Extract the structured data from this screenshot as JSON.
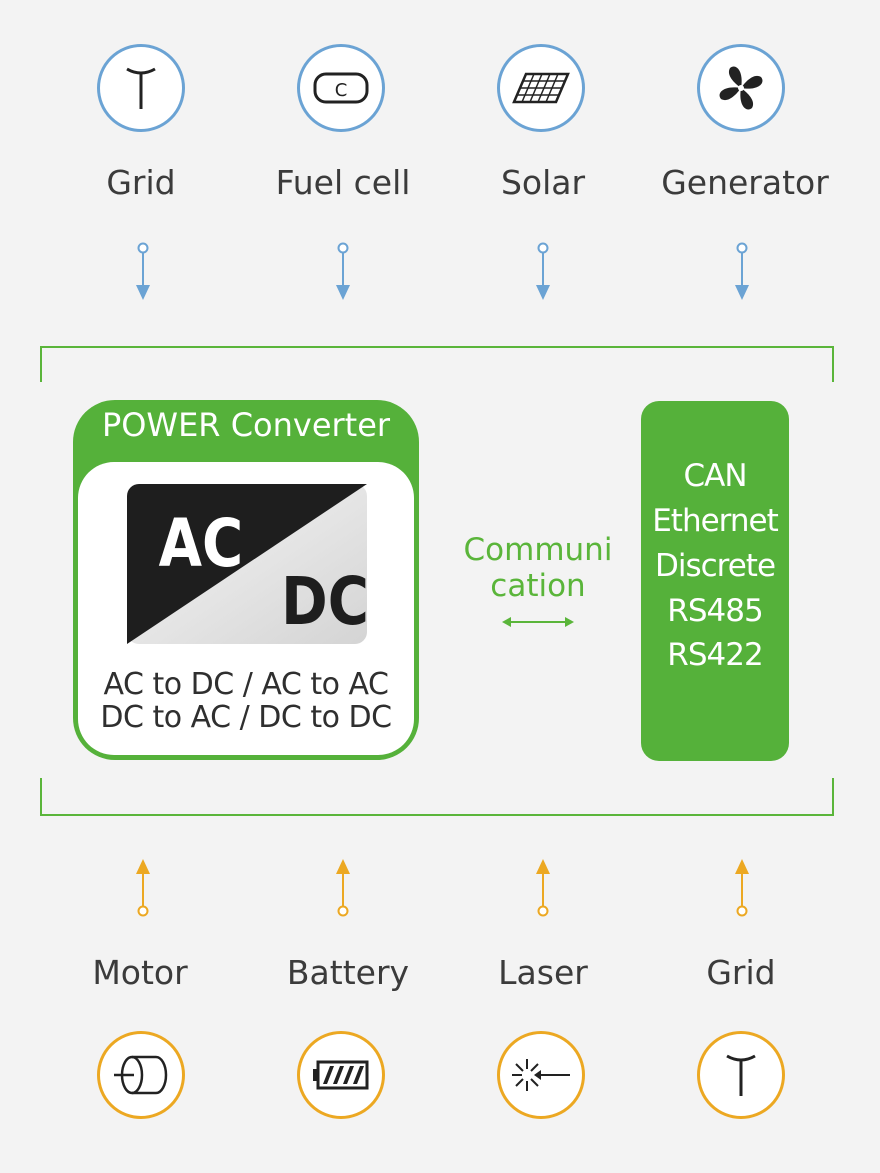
{
  "colors": {
    "background": "#f3f3f3",
    "input_accent": "#6ba3d4",
    "output_accent": "#eca822",
    "green": "#55b13a"
  },
  "inputs": [
    {
      "label": "Grid",
      "icon": "antenna-icon"
    },
    {
      "label": "Fuel cell",
      "icon": "fuel-cell-icon"
    },
    {
      "label": "Solar",
      "icon": "solar-panel-icon"
    },
    {
      "label": "Generator",
      "icon": "fan-icon"
    }
  ],
  "outputs": [
    {
      "label": "Motor",
      "icon": "motor-icon"
    },
    {
      "label": "Battery",
      "icon": "battery-icon"
    },
    {
      "label": "Laser",
      "icon": "laser-icon"
    },
    {
      "label": "Grid",
      "icon": "antenna-icon"
    }
  ],
  "fuel_cell_glyph": "C",
  "converter": {
    "title": "POWER Converter",
    "badge_top": "AC",
    "badge_bottom": "DC",
    "desc_line1": "AC to DC / AC to AC",
    "desc_line2": "DC to AC / DC to DC"
  },
  "communication": {
    "line1": "Communi",
    "line2": "cation"
  },
  "interfaces": [
    "CAN",
    "Ethernet",
    "Discrete",
    "RS485",
    "RS422"
  ]
}
